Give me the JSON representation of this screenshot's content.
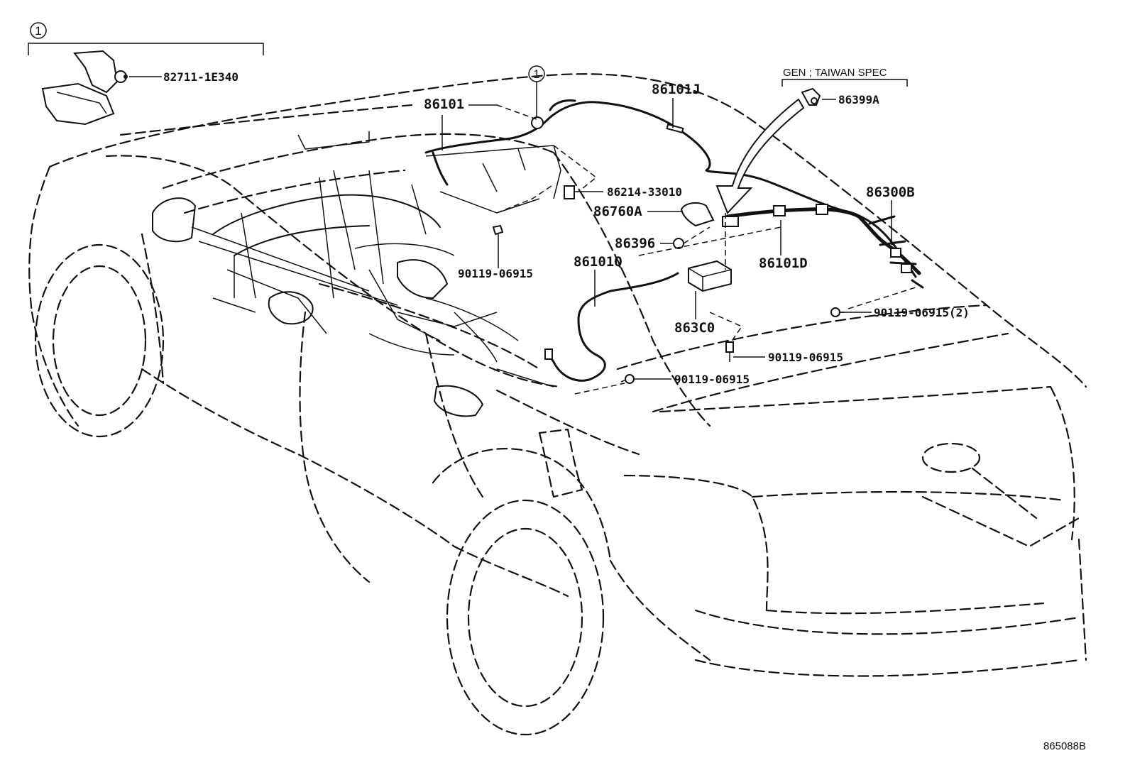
{
  "callout_marker": "1",
  "variant_label": "GEN ; TAIWAN SPEC",
  "drawing_code": "865088B",
  "parts": {
    "p82711": "82711-1E340",
    "p86101": "86101",
    "p86101J": "86101J",
    "p86399A": "86399A",
    "p86214": "86214-33010",
    "p86760A": "86760A",
    "p86396": "86396",
    "p86300B": "86300B",
    "p86101D": "86101D",
    "p86101Q": "86101Q",
    "p90119_a": "90119-06915",
    "p90119_b": "90119-06915(2)",
    "p863C0": "863C0",
    "p90119_c": "90119-06915",
    "p90119_d": "90119-06915"
  }
}
